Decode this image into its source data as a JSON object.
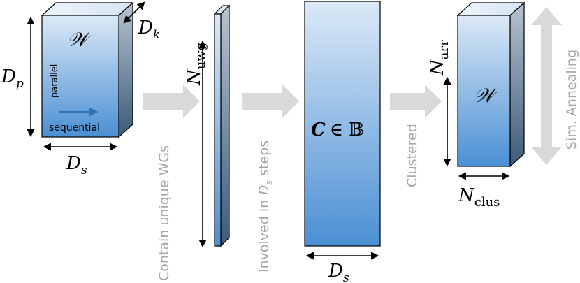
{
  "cube1": {
    "script_label": "𝒲",
    "dp_label": "D",
    "dp_sub": "p",
    "dk_label": "D",
    "dk_sub": "k",
    "ds_label": "D",
    "ds_sub": "s",
    "parallel_label": "parallel",
    "sequential_label": "sequential"
  },
  "arrow1_label": "Contain unique WGs",
  "slab": {
    "n_label": "N",
    "n_sub": "uwg"
  },
  "arrow2_label_a": "Involved in ",
  "arrow2_label_d": "D",
  "arrow2_label_s": "s",
  "arrow2_label_b": " steps",
  "matrix": {
    "c_label": "C",
    "in_label": "∈ 𝔹",
    "ds_label": "D",
    "ds_sub": "s"
  },
  "arrow3_label": "Clustered",
  "cube2": {
    "script_label": "𝒲",
    "narr_label": "N",
    "narr_sub": "arr",
    "nclus_label": "N",
    "nclus_sub": "clus"
  },
  "anneal_label": "Sim. Annealing",
  "colors": {
    "blue_top": "#dce9f7",
    "blue_bottom": "#4a8fd4",
    "gray_arrow": "#d9d9d9",
    "gray_text": "#a6a6a6"
  }
}
